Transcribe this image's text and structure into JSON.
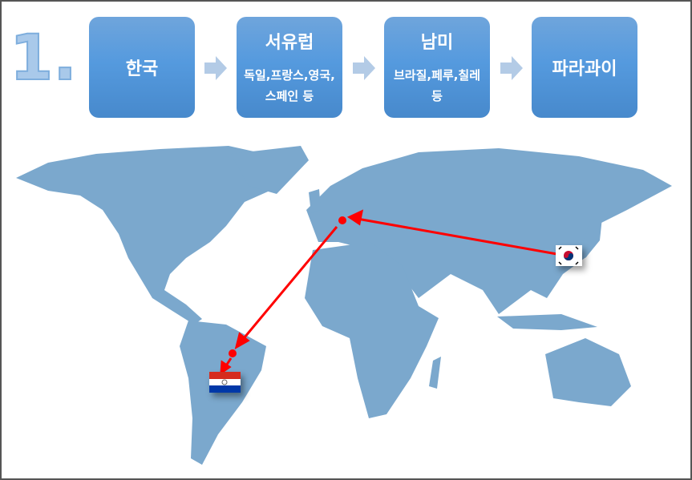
{
  "step_number": "1.",
  "flow": [
    {
      "title": "한국",
      "subtitle": ""
    },
    {
      "title": "서유럽",
      "subtitle": "독일,프랑스,영국,스페인 등"
    },
    {
      "title": "남미",
      "subtitle": "브라질,페루,칠레 등"
    },
    {
      "title": "파라과이",
      "subtitle": ""
    }
  ],
  "colors": {
    "box": "#559ade",
    "land": "#7ba8cd",
    "route": "#ff0000"
  }
}
